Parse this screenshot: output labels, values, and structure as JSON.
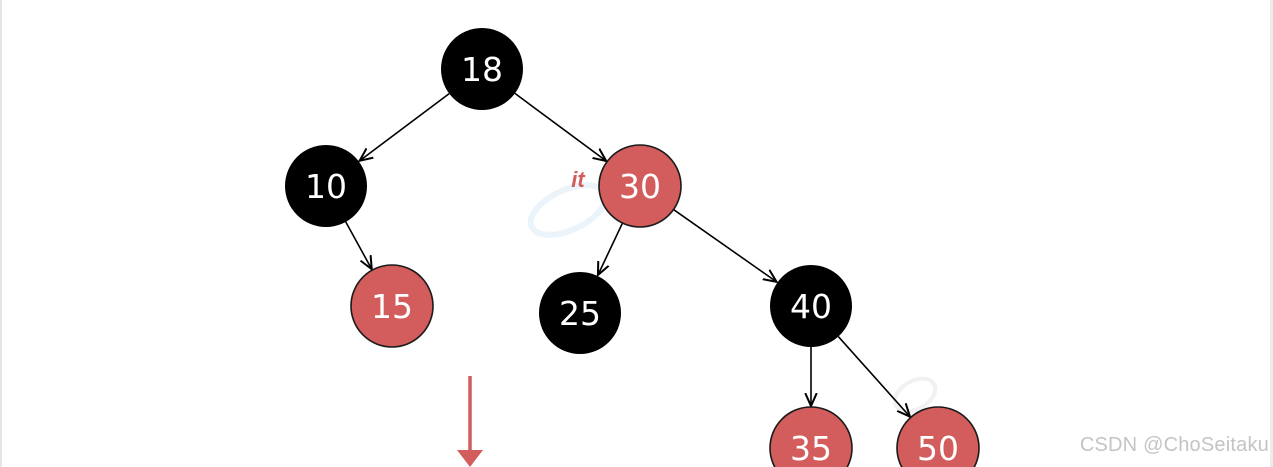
{
  "colors": {
    "black_node": "#000000",
    "red_node": "#d35c5c",
    "red_stroke": "#1a1a1a",
    "node_text": "#ffffff",
    "edge": "#000000",
    "pointer_label": "#d35c5c",
    "arrow": "#d35c5c",
    "watermark": "#c4c4c4"
  },
  "tree": {
    "nodes": [
      {
        "id": "n18",
        "label": "18",
        "color": "black"
      },
      {
        "id": "n10",
        "label": "10",
        "color": "black"
      },
      {
        "id": "n30",
        "label": "30",
        "color": "red"
      },
      {
        "id": "n15",
        "label": "15",
        "color": "red"
      },
      {
        "id": "n25",
        "label": "25",
        "color": "black"
      },
      {
        "id": "n40",
        "label": "40",
        "color": "black"
      },
      {
        "id": "n35",
        "label": "35",
        "color": "red"
      },
      {
        "id": "n50",
        "label": "50",
        "color": "red"
      }
    ],
    "edges": [
      {
        "from": "n18",
        "to": "n10"
      },
      {
        "from": "n18",
        "to": "n30"
      },
      {
        "from": "n10",
        "to": "n15"
      },
      {
        "from": "n30",
        "to": "n25"
      },
      {
        "from": "n30",
        "to": "n40"
      },
      {
        "from": "n40",
        "to": "n35"
      },
      {
        "from": "n40",
        "to": "n50"
      }
    ]
  },
  "pointer": {
    "label": "it",
    "target": "n30"
  },
  "watermark": "CSDN @ChoSeitaku"
}
